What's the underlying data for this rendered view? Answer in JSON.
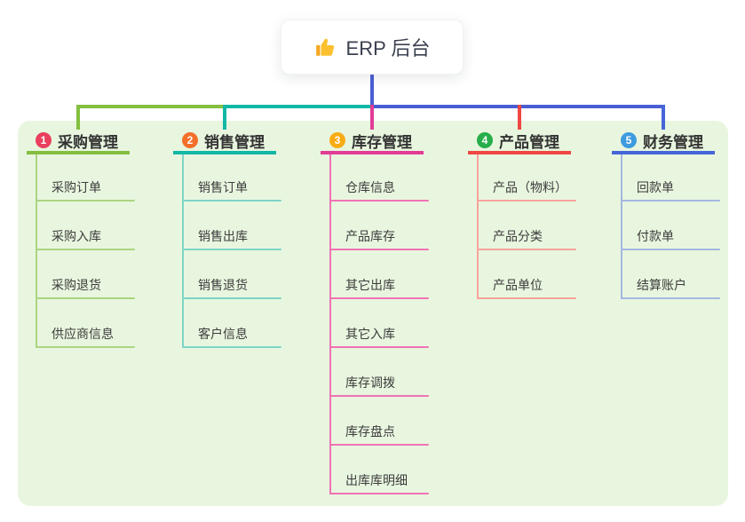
{
  "root": {
    "label": "ERP 后台",
    "icon": "thumbs-up"
  },
  "connectors": {
    "root_line": "#4a5ed3",
    "bus_segments": [
      {
        "color": "#84bf40"
      },
      {
        "color": "#12b7a6"
      },
      {
        "color": "#4a5ed3"
      }
    ]
  },
  "panel": {
    "background": "#e8f6df"
  },
  "branches": [
    {
      "badge": "1",
      "label": "采购管理",
      "colors": {
        "badge": "#ea3f5e",
        "line": "#84bf40",
        "child_line": "#abd580"
      },
      "children": [
        "采购订单",
        "采购入库",
        "采购退货",
        "供应商信息"
      ]
    },
    {
      "badge": "2",
      "label": "销售管理",
      "colors": {
        "badge": "#f3702a",
        "line": "#12b7a6",
        "child_line": "#7fd4c7"
      },
      "children": [
        "销售订单",
        "销售出库",
        "销售退货",
        "客户信息"
      ]
    },
    {
      "badge": "3",
      "label": "库存管理",
      "colors": {
        "badge": "#f8ab14",
        "line": "#e23c96",
        "child_line": "#f173b4"
      },
      "children": [
        "仓库信息",
        "产品库存",
        "其它出库",
        "其它入库",
        "库存调拨",
        "库存盘点",
        "出库库明细"
      ]
    },
    {
      "badge": "4",
      "label": "产品管理",
      "colors": {
        "badge": "#27ae4b",
        "line": "#ef4743",
        "child_line": "#f8a29c"
      },
      "children": [
        "产品（物料）",
        "产品分类",
        "产品单位"
      ]
    },
    {
      "badge": "5",
      "label": "财务管理",
      "colors": {
        "badge": "#3e9bdf",
        "line": "#4565d8",
        "child_line": "#a4b8e0"
      },
      "children": [
        "回款单",
        "付款单",
        "结算账户"
      ]
    }
  ]
}
